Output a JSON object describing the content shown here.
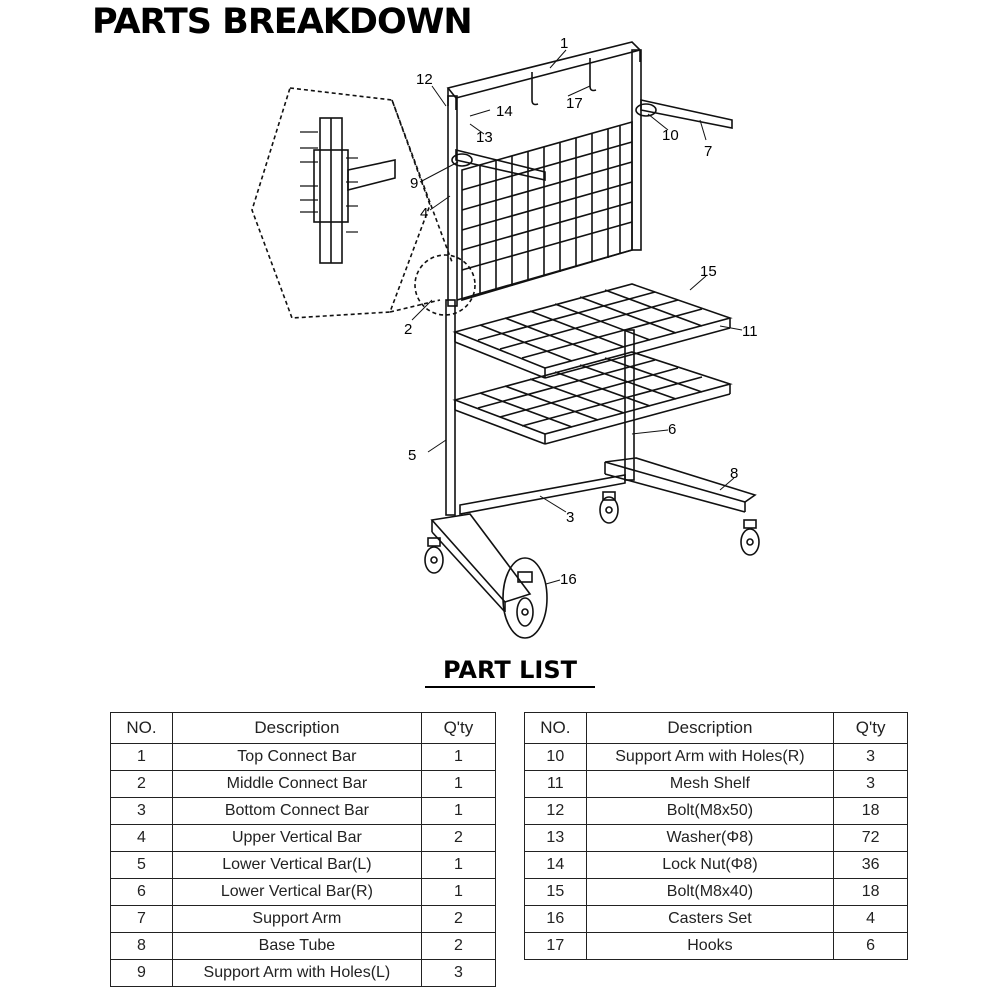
{
  "header": {
    "title": "PARTS BREAKDOWN"
  },
  "part_list": {
    "title": "PART LIST",
    "columns": [
      "NO.",
      "Description",
      "Q'ty"
    ],
    "left": [
      {
        "no": "1",
        "desc": "Top Connect Bar",
        "qty": "1"
      },
      {
        "no": "2",
        "desc": "Middle Connect Bar",
        "qty": "1"
      },
      {
        "no": "3",
        "desc": "Bottom Connect Bar",
        "qty": "1"
      },
      {
        "no": "4",
        "desc": "Upper Vertical Bar",
        "qty": "2"
      },
      {
        "no": "5",
        "desc": "Lower Vertical Bar(L)",
        "qty": "1"
      },
      {
        "no": "6",
        "desc": "Lower Vertical Bar(R)",
        "qty": "1"
      },
      {
        "no": "7",
        "desc": "Support Arm",
        "qty": "2"
      },
      {
        "no": "8",
        "desc": "Base Tube",
        "qty": "2"
      },
      {
        "no": "9",
        "desc": "Support Arm with Holes(L)",
        "qty": "3"
      }
    ],
    "right": [
      {
        "no": "10",
        "desc": "Support Arm with Holes(R)",
        "qty": "3"
      },
      {
        "no": "11",
        "desc": "Mesh Shelf",
        "qty": "3"
      },
      {
        "no": "12",
        "desc": "Bolt(M8x50)",
        "qty": "18"
      },
      {
        "no": "13",
        "desc": "Washer(Φ8)",
        "qty": "72"
      },
      {
        "no": "14",
        "desc": "Lock Nut(Φ8)",
        "qty": "36"
      },
      {
        "no": "15",
        "desc": "Bolt(M8x40)",
        "qty": "18"
      },
      {
        "no": "16",
        "desc": "Casters Set",
        "qty": "4"
      },
      {
        "no": "17",
        "desc": "Hooks",
        "qty": "6"
      }
    ]
  },
  "diagram": {
    "callouts": [
      "1",
      "2",
      "3",
      "4",
      "5",
      "6",
      "7",
      "8",
      "9",
      "10",
      "11",
      "12",
      "13",
      "14",
      "15",
      "16",
      "17"
    ]
  }
}
